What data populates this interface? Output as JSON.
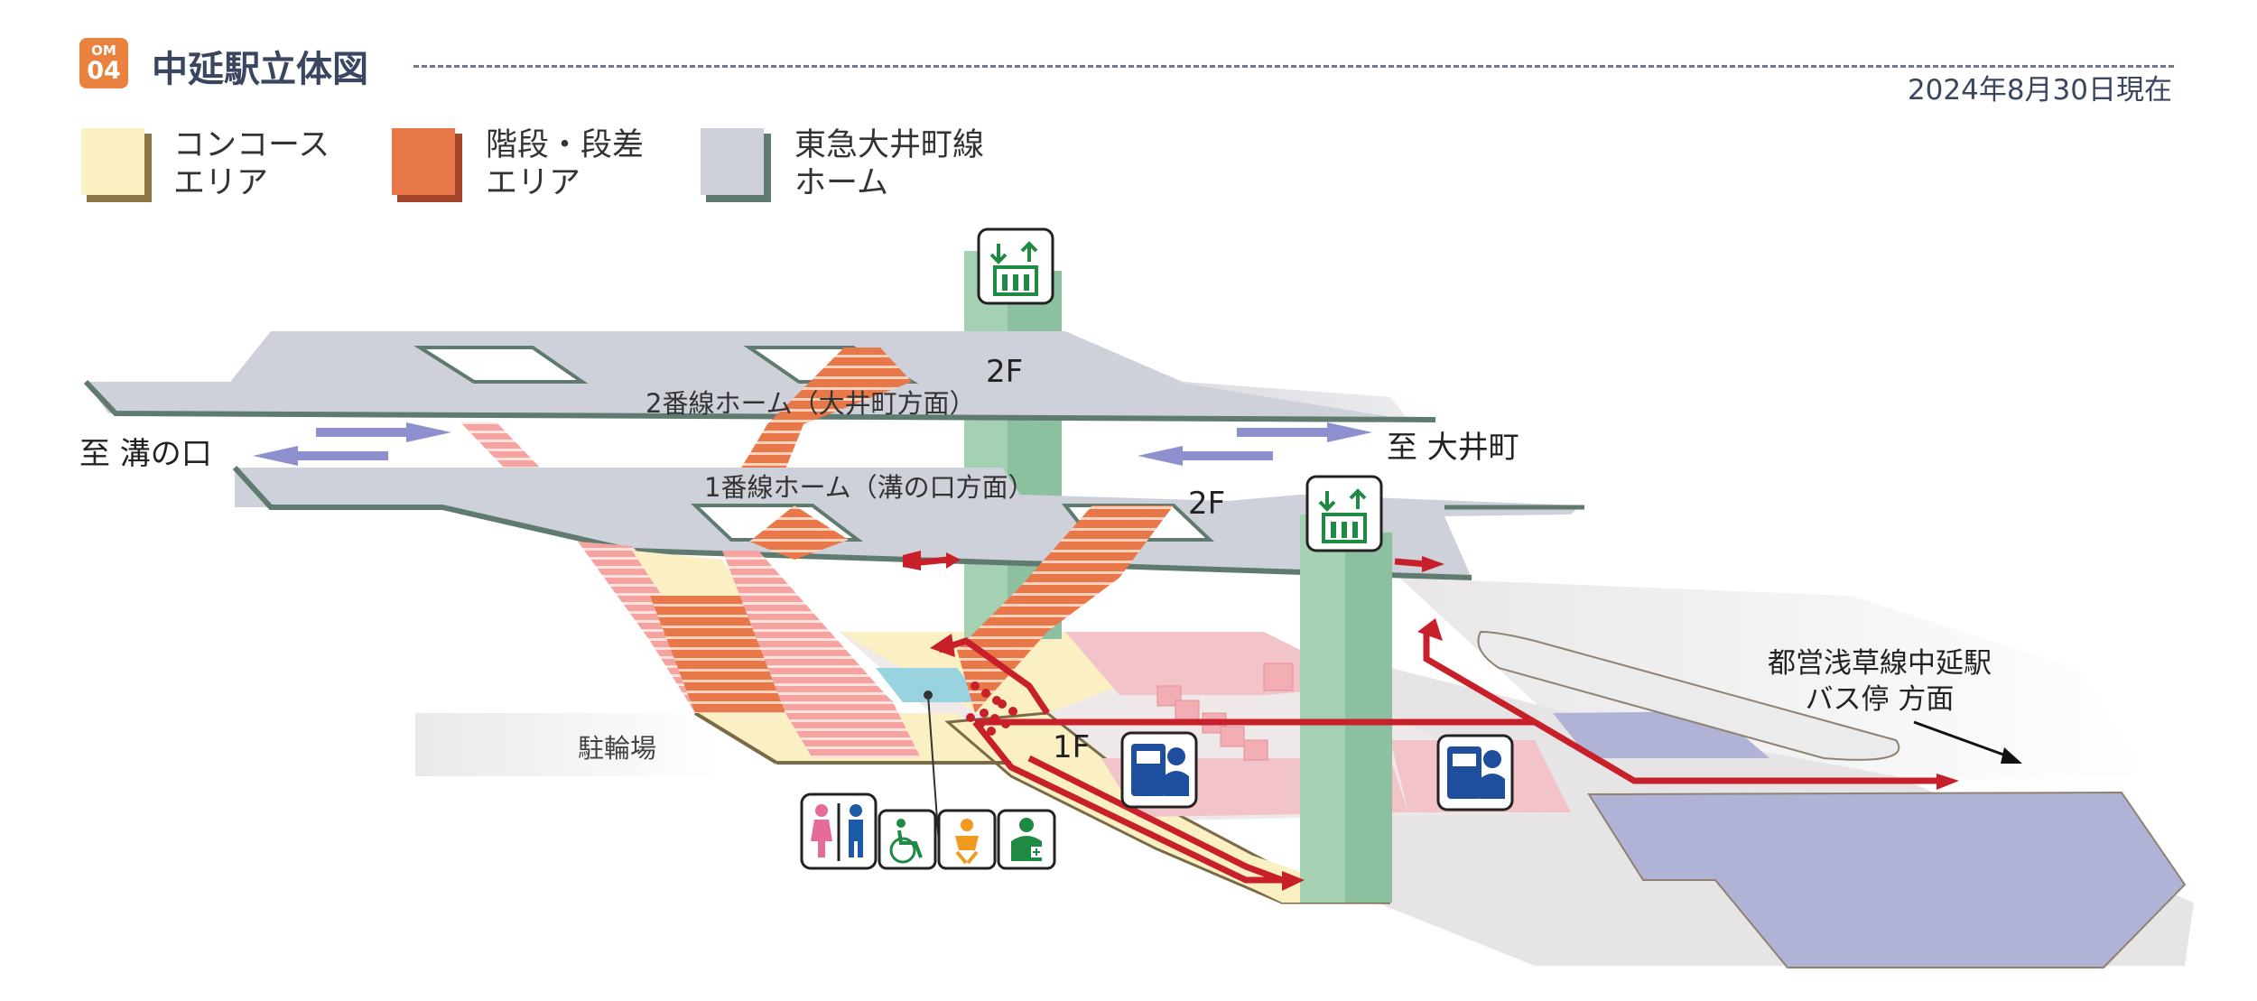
{
  "header": {
    "badge_line": "OM",
    "badge_number": "04",
    "title": "中延駅立体図",
    "date": "2024年8月30日現在"
  },
  "legend": [
    {
      "label_line1": "コンコース",
      "label_line2": "エリア",
      "color": "#fbefc4"
    },
    {
      "label_line1": "階段・段差",
      "label_line2": "エリア",
      "color": "#e8784a"
    },
    {
      "label_line1": "東急大井町線",
      "label_line2": "ホーム",
      "color": "#cfd1da"
    }
  ],
  "labels": {
    "platform2": "2番線ホーム（大井町方面）",
    "platform1": "1番線ホーム（溝の口方面）",
    "floor_2f_upper": "2F",
    "floor_2f_lower": "2F",
    "floor_1f": "1F",
    "to_mizonokuchi": "至 溝の口",
    "to_oimachi": "至 大井町",
    "bicycle_parking": "駐輪場",
    "toei_line_1": "都営浅草線中延駅",
    "toei_line_2": "バス停 方面"
  },
  "icons": [
    "elevator-icon",
    "elevator-icon",
    "ticket-machine-icon",
    "ticket-machine-icon",
    "restroom-icon",
    "wheelchair-icon",
    "baby-care-icon",
    "ostomate-icon"
  ],
  "colors": {
    "platform": "#cfd1da",
    "platform_edge": "#5f7b6f",
    "concourse": "#fbefc4",
    "stairs": "#e8784a",
    "route_arrow": "#c8202a",
    "train_direction_arrow": "#8e8fcf",
    "elevator": "#8fc4a0",
    "icon_blue": "#1d4f9e",
    "icon_green": "#1e8a44"
  }
}
